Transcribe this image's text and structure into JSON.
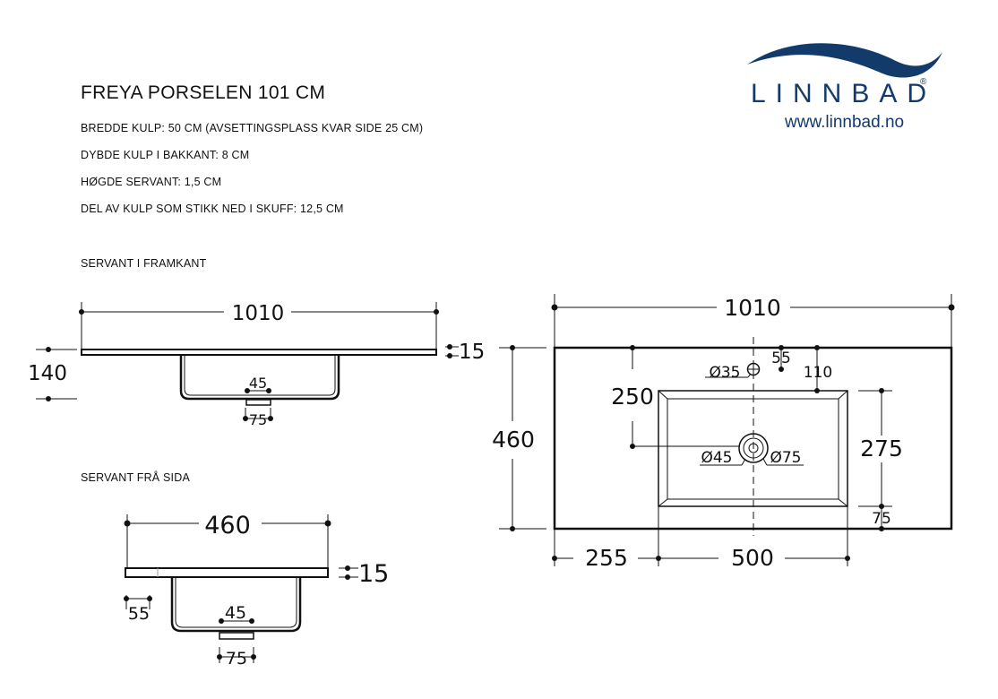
{
  "header": {
    "title": "FREYA PORSELEN 101 CM",
    "specs": [
      "BREDDE KULP: 50 CM (AVSETTINGSPLASS KVAR SIDE 25 CM)",
      "DYBDE KULP I BAKKANT: 8 CM",
      "HØGDE SERVANT: 1,5 CM",
      "DEL AV KULP SOM STIKK NED I SKUFF: 12,5 CM"
    ]
  },
  "logo": {
    "brand": "LINNBAD",
    "registered": "®",
    "url": "www.linnbad.no",
    "color": "#123a6b"
  },
  "front_view": {
    "label": "SERVANT I FRAMKANT",
    "width": "1010",
    "height_total": "140",
    "thickness": "15",
    "outlet_diameter": "45",
    "outlet_width": "75"
  },
  "side_view": {
    "label": "SERVANT FRÅ SIDA",
    "depth": "460",
    "thickness": "15",
    "edge_offset": "55",
    "outlet_diameter": "45",
    "outlet_width": "75"
  },
  "top_view": {
    "width": "1010",
    "depth": "460",
    "tap_hole": "Ø35",
    "tap_offset": "55",
    "bowl_top_offset": "110",
    "tap_to_drain": "250",
    "bowl_depth": "275",
    "bowl_front_offset": "75",
    "drain_diameter": "Ø45",
    "drain_outer": "Ø75",
    "side_margin": "255",
    "bowl_width": "500"
  }
}
